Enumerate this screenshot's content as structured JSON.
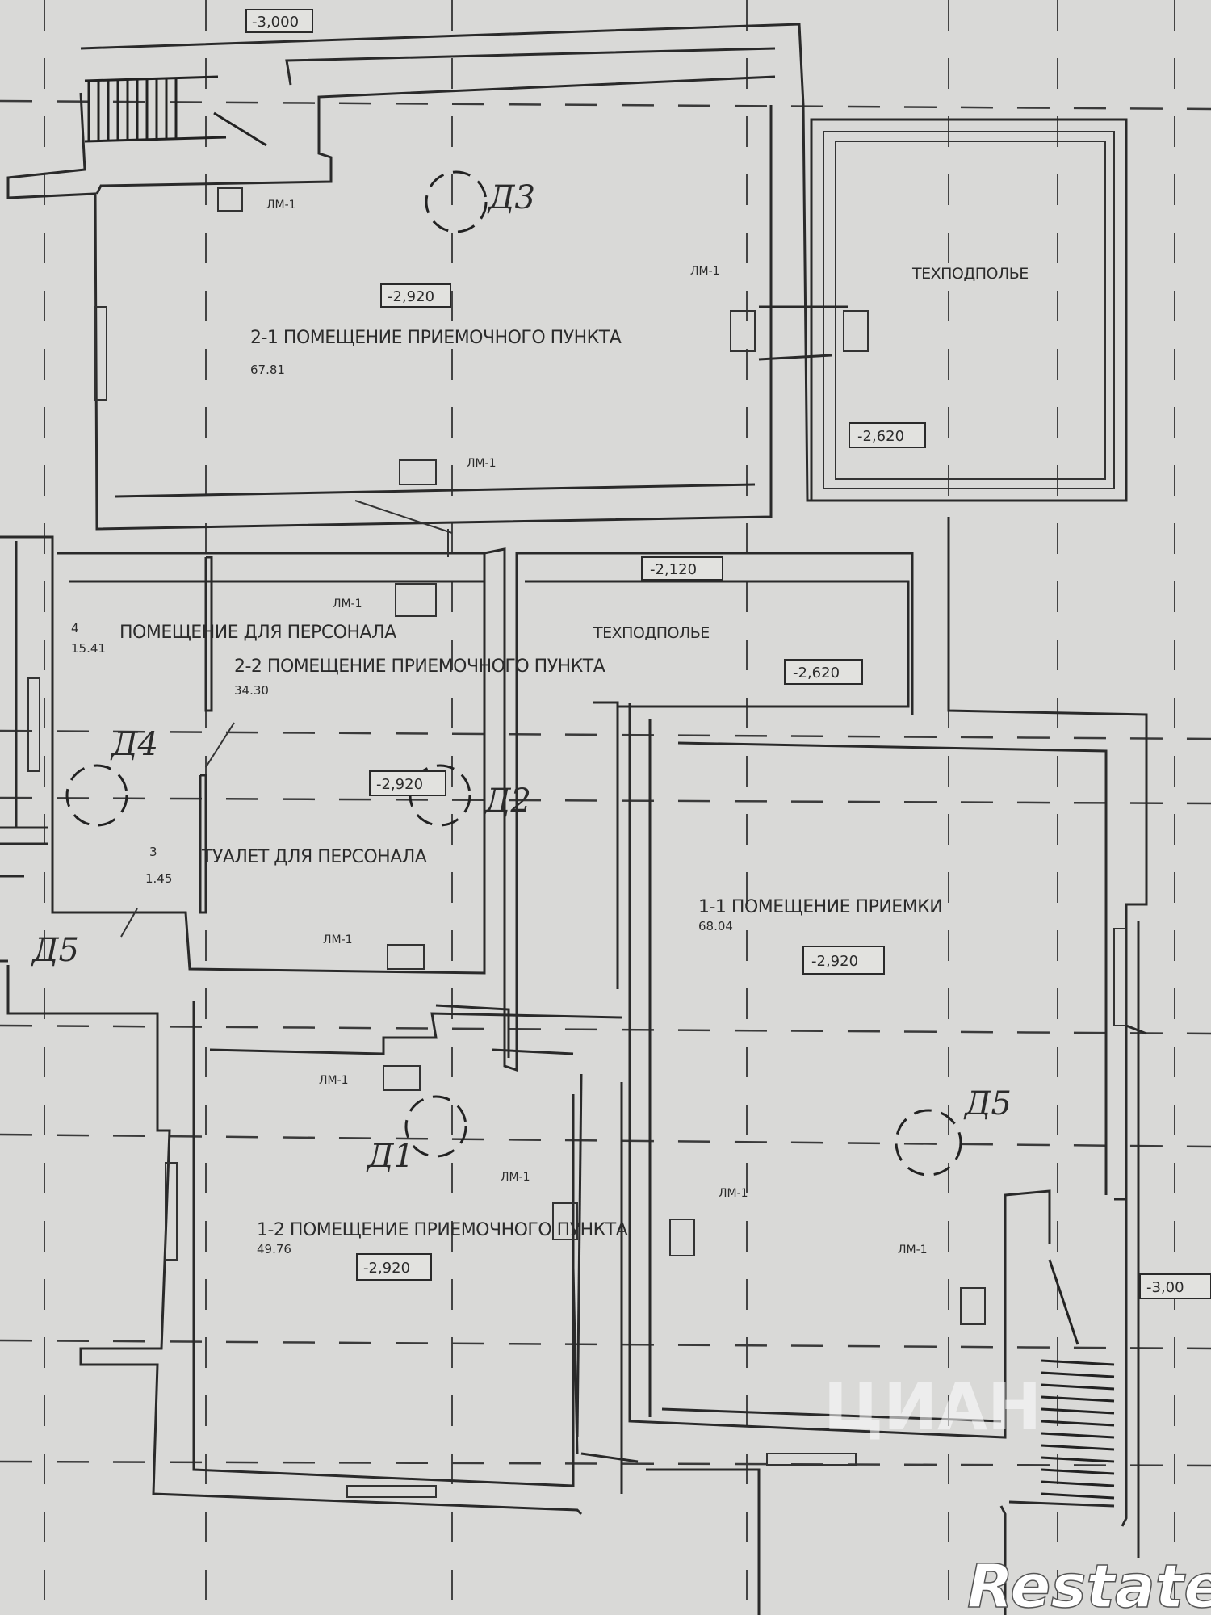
{
  "rooms": {
    "r21": {
      "name": "2-1 ПОМЕЩЕНИЕ ПРИЕМОЧНОГО ПУНКТА",
      "area": "67.81"
    },
    "r22": {
      "name": "2-2 ПОМЕЩЕНИЕ ПРИЕМОЧНОГО ПУНКТА",
      "area": "34.30"
    },
    "r4": {
      "number": "4",
      "name": "ПОМЕЩЕНИЕ ДЛЯ ПЕРСОНАЛА",
      "area": "15.41"
    },
    "r3": {
      "number": "3",
      "name": "ТУАЛЕТ ДЛЯ ПЕРСОНАЛА",
      "area": "1.45"
    },
    "r11": {
      "name": "1-1 ПОМЕЩЕНИЕ ПРИЕМКИ",
      "area": "68.04"
    },
    "r12": {
      "name": "1-2 ПОМЕЩЕНИЕ ПРИЕМОЧНОГО ПУНКТА",
      "area": "49.76"
    },
    "tech_top": {
      "name": "ТЕХПОДПОЛЬЕ"
    },
    "tech_mid": {
      "name": "ТЕХПОДПОЛЬЕ"
    }
  },
  "levels": {
    "stair_top": "-3,000",
    "r21": "-2,920",
    "tech_top": "-2,620",
    "tech_mid_top": "-2,120",
    "tech_mid": "-2,620",
    "r22": "-2,920",
    "r11": "-2,920",
    "r12": "-2,920",
    "stair_bottom": "-3,00"
  },
  "marks": {
    "lm": "ЛМ-1"
  },
  "nodes": {
    "d1": "Д1",
    "d2": "Д2",
    "d3": "Д3",
    "d4": "Д4",
    "d5": "Д5",
    "d6": "Д5"
  },
  "watermark": {
    "cian": "ЦИАН",
    "brand": "Restate"
  },
  "colors": {
    "paper": "#d9d9d7",
    "ink": "#2a2a2a"
  }
}
